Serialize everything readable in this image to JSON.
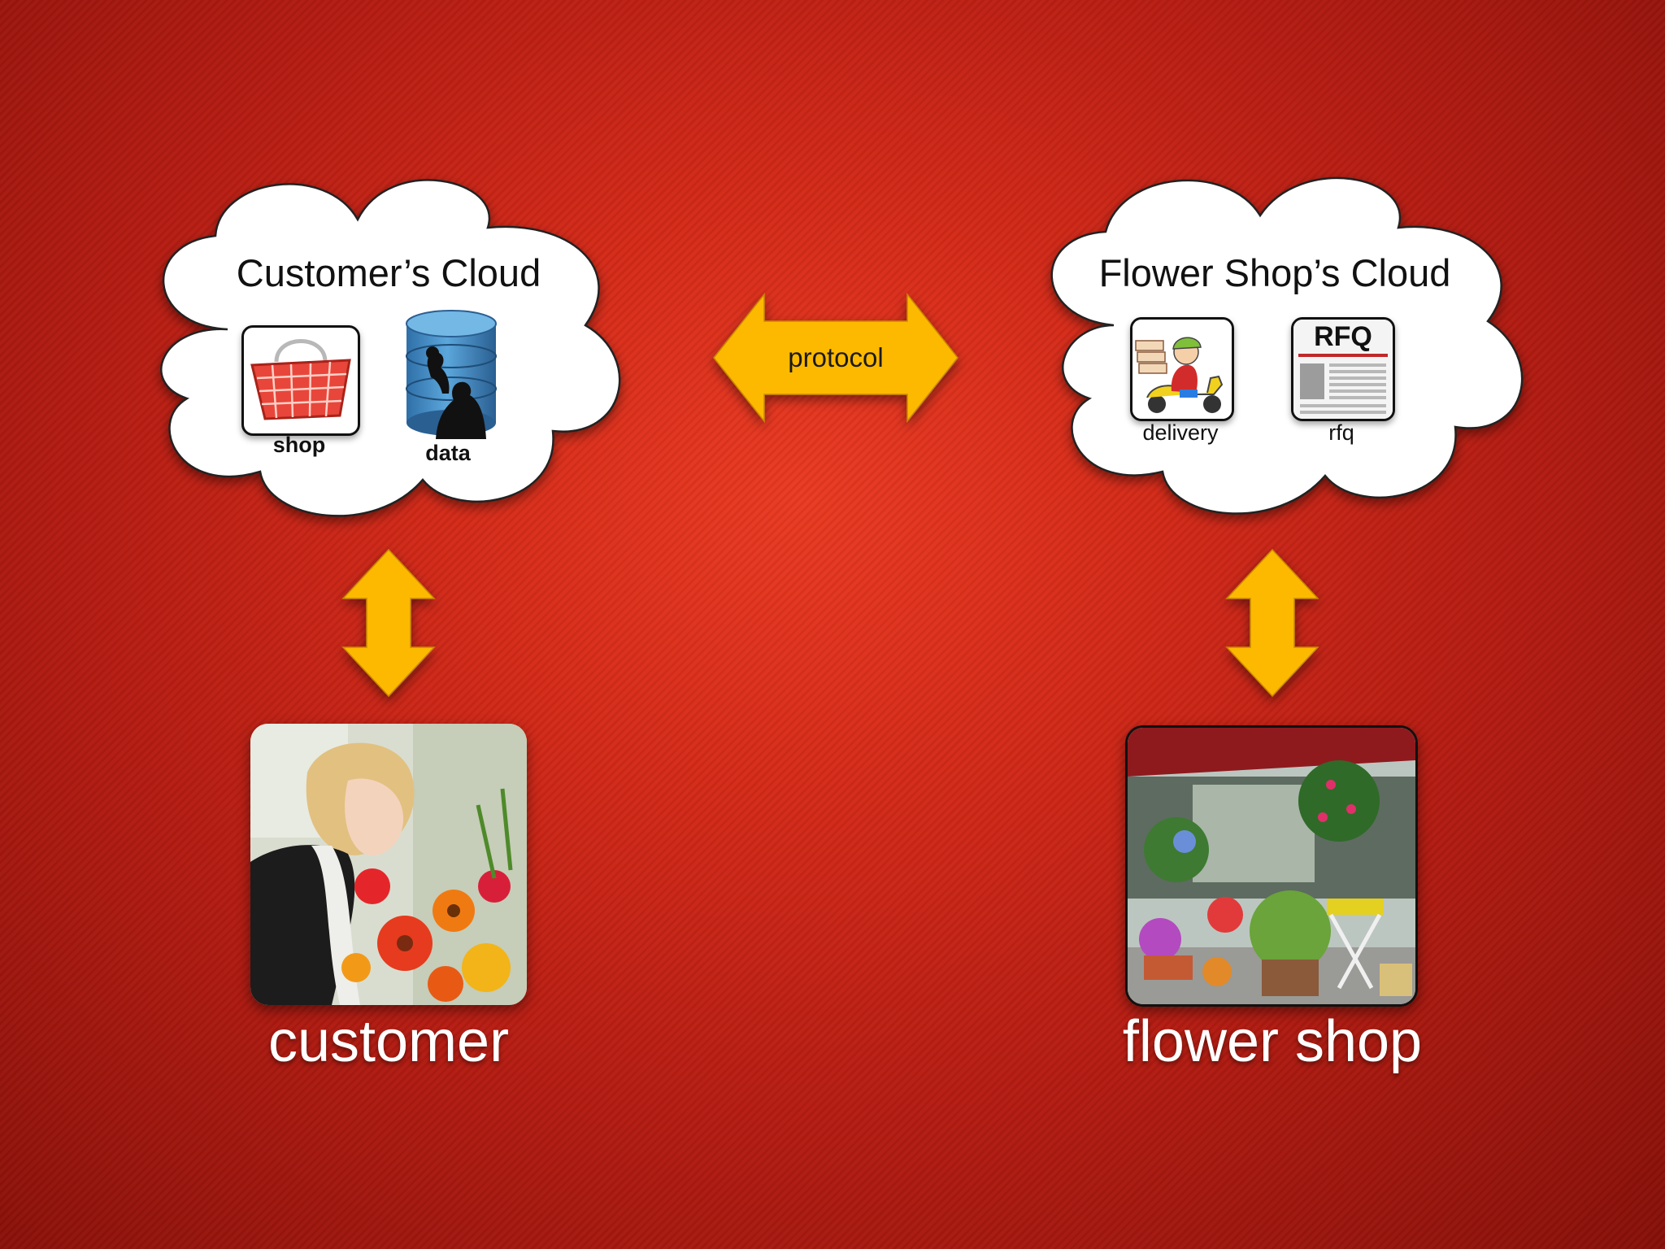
{
  "clouds": {
    "customer": {
      "title": "Customer’s Cloud",
      "icons": [
        {
          "label": "shop",
          "icon": "shopping-basket-icon"
        },
        {
          "label": "data",
          "icon": "database-icon"
        }
      ]
    },
    "flower_shop": {
      "title": "Flower Shop’s Cloud",
      "icons": [
        {
          "label": "delivery",
          "icon": "delivery-scooter-icon"
        },
        {
          "label": "rfq",
          "icon": "rfq-document-icon",
          "badge": "RFQ"
        }
      ]
    }
  },
  "connector": {
    "label": "protocol"
  },
  "actors": [
    {
      "label": "customer",
      "image": "customer-smelling-flowers-photo"
    },
    {
      "label": "flower shop",
      "image": "flower-shop-storefront-photo"
    }
  ],
  "colors": {
    "background": "#c8231a",
    "arrow": "#fdb900",
    "cloud": "#ffffff",
    "basket": "#e8463a",
    "database": "#3a86c4"
  }
}
